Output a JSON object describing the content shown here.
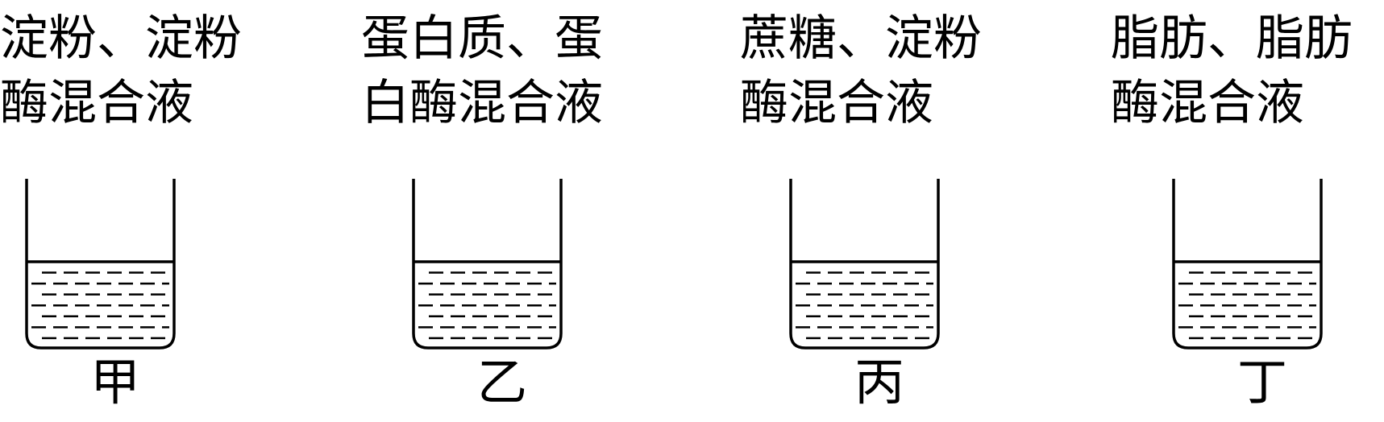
{
  "tubes": [
    {
      "label_line1": "淀粉、淀粉",
      "label_line2": "酶混合液",
      "name": "甲"
    },
    {
      "label_line1": "蛋白质、蛋",
      "label_line2": "白酶混合液",
      "name": "乙"
    },
    {
      "label_line1": "蔗糖、淀粉",
      "label_line2": "酶混合液",
      "name": "丙"
    },
    {
      "label_line1": "脂肪、脂肪",
      "label_line2": "酶混合液",
      "name": "丁"
    }
  ]
}
